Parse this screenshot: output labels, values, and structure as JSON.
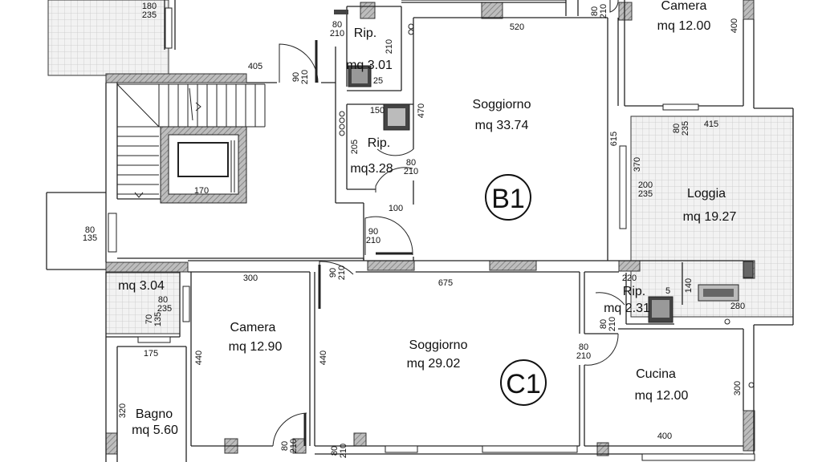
{
  "diagram": {
    "units": [
      {
        "id": "B1",
        "label": "B1"
      },
      {
        "id": "C1",
        "label": "C1"
      }
    ],
    "rooms": {
      "camera_top": {
        "name": "Camera",
        "area": "mq 12.00"
      },
      "rip_upper": {
        "name": "Rip.",
        "area": "mq 3.01"
      },
      "soggiorno_b1": {
        "name": "Soggiorno",
        "area": "mq 33.74"
      },
      "rip_lower": {
        "name": "Rip.",
        "area": "mq3.28"
      },
      "loggia": {
        "name": "Loggia",
        "area": "mq 19.27"
      },
      "small_left": {
        "name": "",
        "area": "mq 3.04"
      },
      "camera_c1": {
        "name": "Camera",
        "area": "mq 12.90"
      },
      "soggiorno_c1": {
        "name": "Soggiorno",
        "area": "mq 29.02"
      },
      "rip_c1": {
        "name": "Rip.",
        "area": "mq 2.31"
      },
      "cucina": {
        "name": "Cucina",
        "area": "mq 12.00"
      },
      "bagno": {
        "name": "Bagno",
        "area": "mq 5.60"
      }
    },
    "dimensions": {
      "d180_235": [
        "180",
        "235"
      ],
      "d405": "405",
      "d80_210_a": [
        "80",
        "210"
      ],
      "d210": "210",
      "d90_210_a": [
        "90",
        "210"
      ],
      "d520": "520",
      "d80_210_top": [
        "80",
        "210"
      ],
      "d400_top": "400",
      "d470": "470",
      "d150": "150",
      "d25": "25",
      "d205": "205",
      "d80_210_b": [
        "80",
        "210"
      ],
      "d615": "615",
      "d415": "415",
      "d80_235": [
        "80",
        "235"
      ],
      "d370": "370",
      "d200_235": [
        "200",
        "235"
      ],
      "d170": "170",
      "d100": "100",
      "d90_210_b": [
        "90",
        "210"
      ],
      "d80_135": [
        "80",
        "135"
      ],
      "d300_top": "300",
      "d90_210_c": [
        "90",
        "210"
      ],
      "d675": "675",
      "d220": "220",
      "d5": "5",
      "d140": "140",
      "d280": "280",
      "d80_235_c": [
        "80",
        "235"
      ],
      "d70_135": [
        "70",
        "135"
      ],
      "d440_a": "440",
      "d440_b": "440",
      "d80_210_c": [
        "80",
        "210"
      ],
      "d80_210_d": [
        "80",
        "210"
      ],
      "d175": "175",
      "d300_right": "300",
      "d320": "320",
      "d400_bottom": "400",
      "d80_210_e": [
        "80",
        "210"
      ],
      "d80_210_f": [
        "80",
        "210"
      ]
    },
    "colors": {
      "wall": "#333333",
      "hatch": "#999999",
      "tile": "#c8c8c8",
      "line": "#222222"
    }
  }
}
